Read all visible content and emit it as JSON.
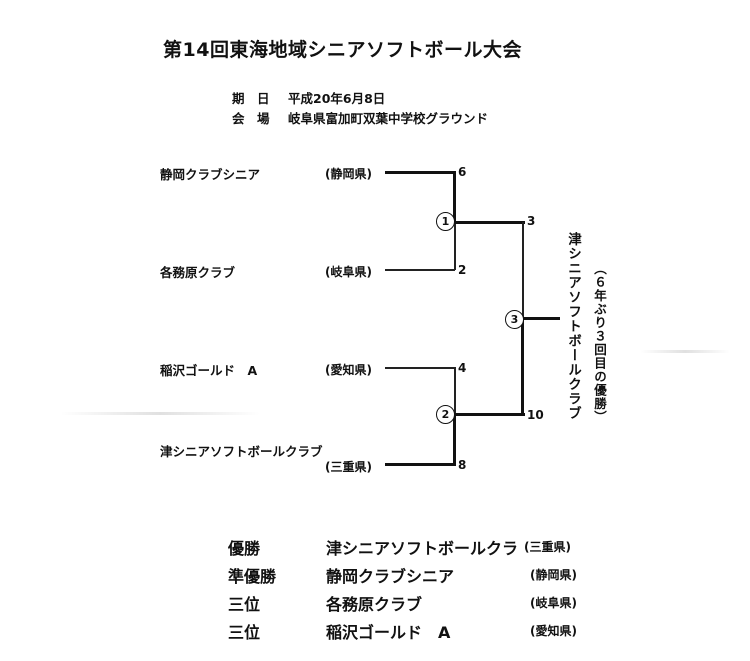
{
  "title": "第14回東海地域シニアソフトボール大会",
  "meta": {
    "date_label": "期　日",
    "date_value": "平成20年6月8日",
    "venue_label": "会　場",
    "venue_value": "岐阜県富加町双葉中学校グラウンド"
  },
  "bracket": {
    "teams": [
      {
        "name": "静岡クラブシニア",
        "pref": "(静岡県)",
        "score": "6"
      },
      {
        "name": "各務原クラブ",
        "pref": "(岐阜県)",
        "score": "2"
      },
      {
        "name": "稲沢ゴールド　A",
        "pref": "(愛知県)",
        "score": "4"
      },
      {
        "name": "津シニアソフトボールクラブ",
        "pref": "(三重県)",
        "score": "8"
      }
    ],
    "matches": [
      {
        "number": "1",
        "upper_score": "3"
      },
      {
        "number": "2",
        "lower_score": "10"
      },
      {
        "number": "3"
      }
    ],
    "champion_vertical": "津シニアソフトボールクラブ",
    "champion_note": "（６年ぶり３回目の優勝）"
  },
  "results": [
    {
      "label": "優勝",
      "team": "津シニアソフトボールクラ",
      "pref": "(三重県)"
    },
    {
      "label": "準優勝",
      "team": "静岡クラブシニア",
      "pref": "(静岡県)"
    },
    {
      "label": "三位",
      "team": "各務原クラブ",
      "pref": "(岐阜県)"
    },
    {
      "label": "三位",
      "team": "稲沢ゴールド　A",
      "pref": "(愛知県)"
    }
  ]
}
